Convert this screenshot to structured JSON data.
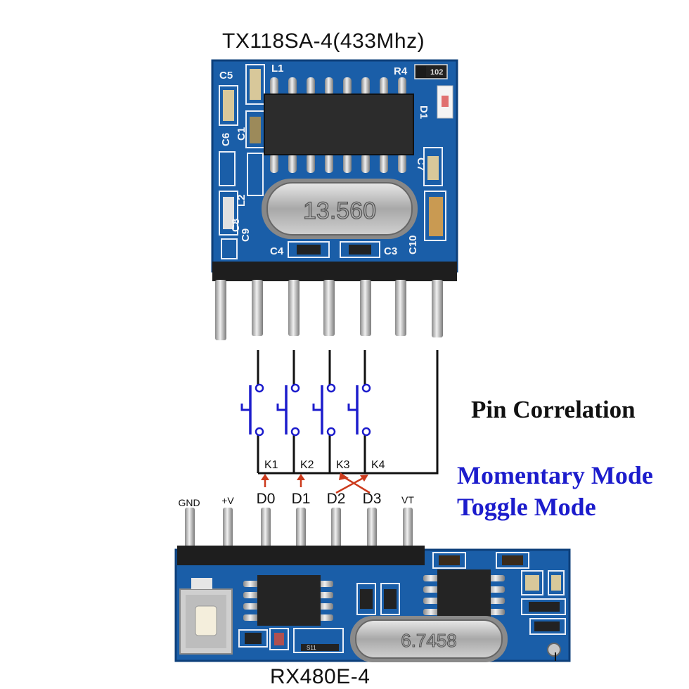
{
  "transmitter": {
    "title": "TX118SA-4(433Mhz)",
    "crystal": "13.560",
    "silkscreen": [
      "C5",
      "L1",
      "R4",
      "D1",
      "C6",
      "C1",
      "C7",
      "L2",
      "C8",
      "C9",
      "C4",
      "C3",
      "C10"
    ],
    "resistor_code": "102"
  },
  "switches": {
    "labels": [
      "K1",
      "K2",
      "K3",
      "K4"
    ]
  },
  "receiver": {
    "title": "RX480E-4",
    "pins": [
      "GND",
      "+V",
      "D0",
      "D1",
      "D2",
      "D3",
      "VT"
    ],
    "crystal": "6.7458",
    "chip_mark": "S11"
  },
  "legend": {
    "heading": "Pin Correlation",
    "mode_momentary": "Momentary Mode",
    "mode_toggle": "Toggle Mode"
  },
  "colors": {
    "pcb": "#1a5ea8",
    "pcb_dark": "#0d3f7a",
    "switch": "#1c1ccc",
    "mode_text": "#1c1ccc",
    "arrow": "#cc3a1c",
    "wire": "#111111"
  }
}
